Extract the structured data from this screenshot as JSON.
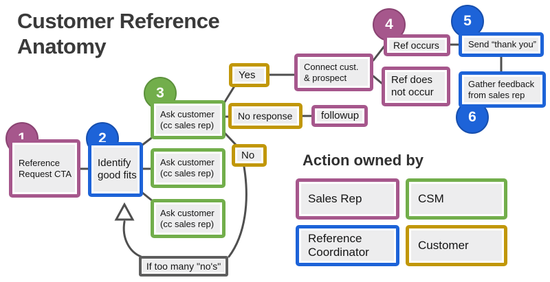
{
  "title": "Customer Reference Anatomy",
  "steps": [
    {
      "label": "1",
      "owner": "sales_rep"
    },
    {
      "label": "2",
      "owner": "reference_coordinator"
    },
    {
      "label": "3",
      "owner": "csm"
    },
    {
      "label": "4",
      "owner": "sales_rep"
    },
    {
      "label": "5",
      "owner": "reference_coordinator"
    },
    {
      "label": "6",
      "owner": "reference_coordinator"
    }
  ],
  "nodes": {
    "reference_request": "Reference\nRequest CTA",
    "identify_good_fits": "Identify\ngood fits",
    "ask_customer_1": "Ask customer\n(cc sales rep)",
    "ask_customer_2": "Ask customer\n(cc sales rep)",
    "ask_customer_3": "Ask customer\n(cc sales rep)",
    "yes": "Yes",
    "no_response": "No response",
    "no": "No",
    "followup": "followup",
    "connect_cust_prospect": "Connect cust.\n& prospect",
    "ref_occurs": "Ref occurs",
    "ref_does_not_occur": "Ref does\nnot occur",
    "send_thank_you": "Send “thank you”",
    "gather_feedback": "Gather feedback\nfrom sales rep",
    "if_too_many_nos": "If too many \"no's\""
  },
  "legend": {
    "heading": "Action owned by",
    "items": [
      {
        "label": "Sales Rep",
        "owner": "sales_rep"
      },
      {
        "label": "CSM",
        "owner": "csm"
      },
      {
        "label": "Reference Coordinator",
        "owner": "reference_coordinator"
      },
      {
        "label": "Customer",
        "owner": "customer"
      }
    ]
  },
  "colors": {
    "sales_rep": "#a6578c",
    "csm": "#72ae4b",
    "reference_coordinator": "#1d63d8",
    "customer": "#c19708",
    "note_gray": "#5e5e5e",
    "connector": "#4f4f4f",
    "node_fill": "#ededee",
    "title_text": "#3a3a3a"
  }
}
